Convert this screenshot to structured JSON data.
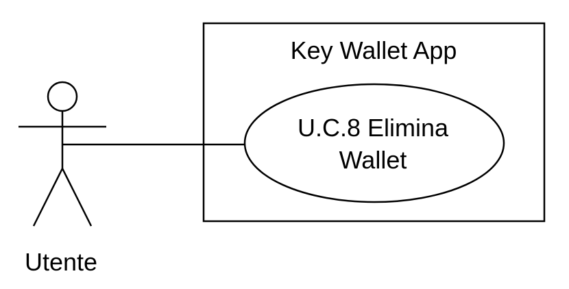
{
  "system": {
    "title": "Key Wallet App"
  },
  "actor": {
    "name": "Utente"
  },
  "use_case": {
    "line1": "U.C.8 Elimina",
    "line2": "Wallet"
  },
  "colors": {
    "stroke": "#000000",
    "background": "#ffffff"
  }
}
